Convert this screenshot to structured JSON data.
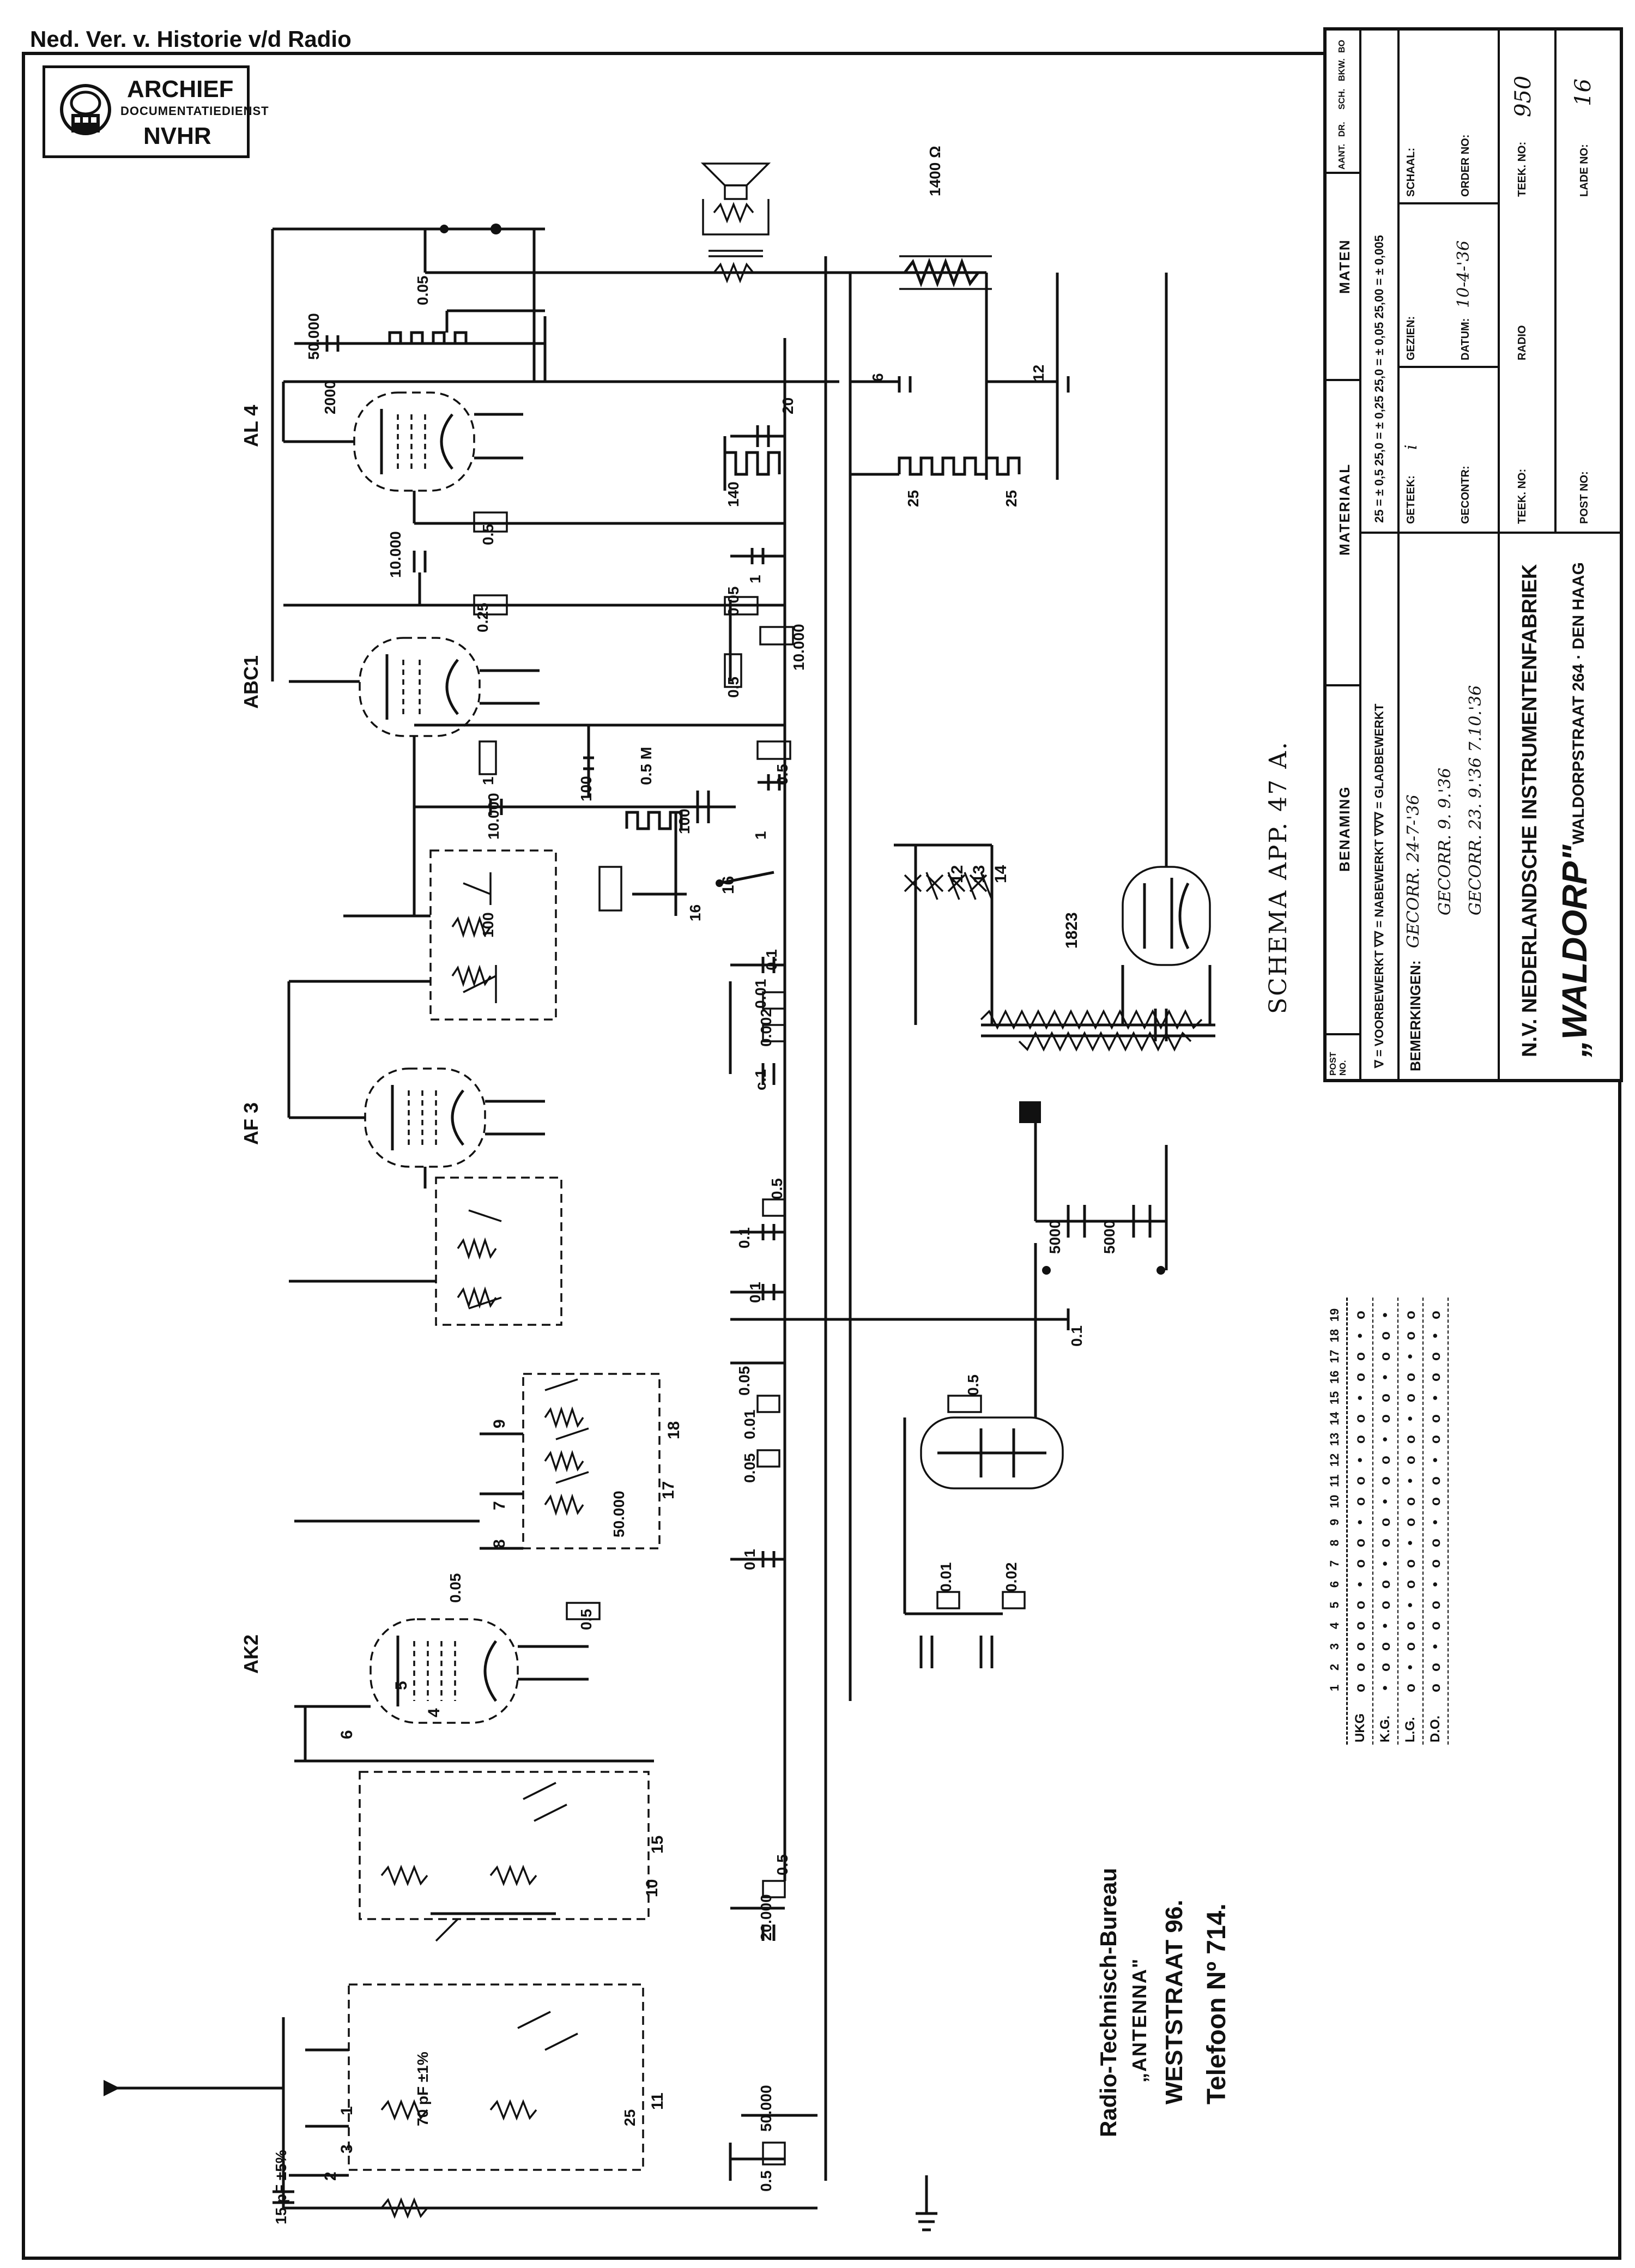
{
  "header": {
    "society_name": "Ned. Ver. v. Historie v/d Radio"
  },
  "stamp": {
    "line1": "ARCHIEF",
    "line2": "DOCUMENTATIEDIENST",
    "line3": "NVHR"
  },
  "tubes": [
    "AL 4",
    "ABC1",
    "AF 3",
    "AK2",
    "1823"
  ],
  "schema_title": "SCHEMA APP. 47 A.",
  "component_values": [
    "50.000",
    "0.05",
    "2000",
    "1400 Ω",
    "6",
    "12",
    "20",
    "140",
    "25",
    "25",
    "0.5",
    "10.000",
    "0.25",
    "1",
    "0.05",
    "0.5",
    "10.000",
    "1",
    "100",
    "10.000",
    "0.5 M",
    "100",
    "0.5",
    "1",
    "16",
    "100",
    "0.1",
    "0.01",
    "0.002",
    "c.1",
    "0.5",
    "0.1",
    "0.1",
    "0.1",
    "0.05",
    "0.5",
    "0.01",
    "0.05",
    "50.000",
    "0.1",
    "0.05",
    "0.5",
    "0.01",
    "0.02",
    "0.5",
    "20.000",
    "50.000",
    "0.5",
    "70 pF ±1%",
    "15 pF ±5%",
    "25",
    "5000",
    "5000"
  ],
  "switch_numbers": [
    "1",
    "2",
    "3",
    "4",
    "5",
    "6",
    "7",
    "8",
    "9",
    "10",
    "11",
    "12",
    "13",
    "14",
    "15",
    "16",
    "17",
    "18"
  ],
  "switch_table": {
    "header": [
      "1",
      "2",
      "3",
      "4",
      "5",
      "6",
      "7",
      "8",
      "9",
      "10",
      "11",
      "12",
      "13",
      "14",
      "15",
      "16",
      "17",
      "18",
      "19"
    ],
    "rows": [
      {
        "label": "UKG",
        "cells": [
          "o",
          "o",
          "o",
          "o",
          "o",
          "•",
          "o",
          "o",
          "•",
          "o",
          "o",
          "•",
          "o",
          "o",
          "•",
          "o",
          "o",
          "•",
          "o"
        ]
      },
      {
        "label": "K.G.",
        "cells": [
          "•",
          "o",
          "o",
          "•",
          "o",
          "o",
          "•",
          "o",
          "o",
          "•",
          "o",
          "o",
          "•",
          "o",
          "o",
          "•",
          "o",
          "o",
          "•"
        ]
      },
      {
        "label": "L.G.",
        "cells": [
          "o",
          "•",
          "o",
          "o",
          "•",
          "o",
          "o",
          "•",
          "o",
          "o",
          "•",
          "o",
          "o",
          "•",
          "o",
          "o",
          "•",
          "o",
          "o"
        ]
      },
      {
        "label": "D.O.",
        "cells": [
          "o",
          "o",
          "•",
          "o",
          "o",
          "•",
          "o",
          "o",
          "•",
          "o",
          "o",
          "•",
          "o",
          "o",
          "•",
          "o",
          "o",
          "•",
          "o"
        ]
      }
    ]
  },
  "dealer_stamp": {
    "line1": "Radio-Technisch-Bureau",
    "line2": "„ANTENNA\"",
    "line3": "WESTSTRAAT 96.",
    "line4": "Telefoon Nº 714."
  },
  "title_block": {
    "col_headers": [
      "POST NO.",
      "BENAMING",
      "MATERIAAL",
      "MATEN",
      "AANT.",
      "DR.",
      "SCH.",
      "BKW.",
      "BO"
    ],
    "legend": "∇ = VOORBEWERKT  ∇∇ = NABEWERKT  ∇∇∇ = GLADBEWERKT",
    "tolerances": "25 = ± 0,5   25,0 = ± 0,25   25,0 = ± 0,05   25,00 = ± 0,005",
    "bemerkingen_label": "BEMERKINGEN:",
    "bemerkingen_value": "GECORR. 24-7-'36",
    "corr_lines": [
      "GECORR. 9. 9.'36",
      "GECORR. 23. 9.'36 7.10.'36"
    ],
    "geteek_label": "GETEEK:",
    "geteek_value": "i",
    "gecontr_label": "GECONTR:",
    "gezien_label": "GEZIEN:",
    "datum_label": "DATUM:",
    "datum_value": "10-4-'36",
    "schaal_label": "SCHAAL:",
    "order_label": "ORDER NO:",
    "radio_label": "RADIO",
    "teek_no_label": "TEEK. NO:",
    "teek_no_value": "950",
    "teek_no_label2": "TEEK. NO:",
    "post_no_label": "POST NO:",
    "lade_no_label": "LADE NO:",
    "lade_no_value": "16",
    "company1": "N.V. NEDERLANDSCHE INSTRUMENTENFABRIEK",
    "company2": "„WALDORP\"",
    "company3": "WALDORPSTRAAT 264 · DEN HAAG"
  }
}
